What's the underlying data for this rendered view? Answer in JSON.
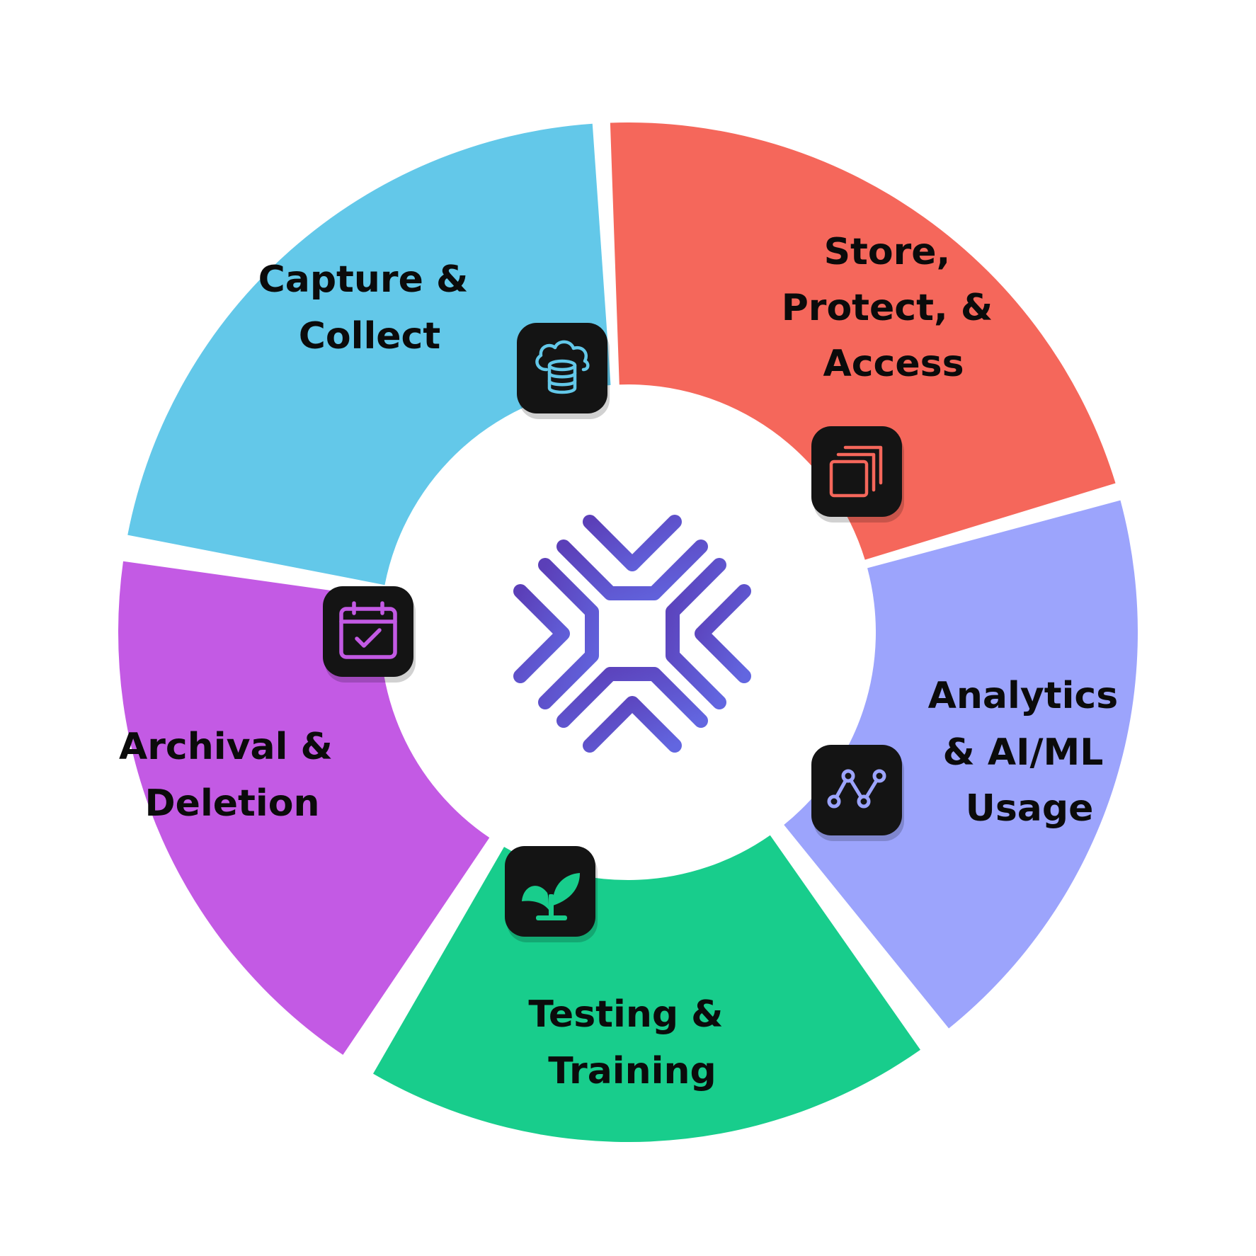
{
  "segments": [
    {
      "id": "capture",
      "lines": [
        "Capture &",
        "Collect"
      ],
      "color": "#63C8E9",
      "icon": "cloud-database-icon",
      "icon_color": "#63C8E9"
    },
    {
      "id": "store",
      "lines": [
        "Store,",
        "Protect, &",
        "Access"
      ],
      "color": "#F5675B",
      "icon": "stacked-windows-icon",
      "icon_color": "#F5675B"
    },
    {
      "id": "analytics",
      "lines": [
        "Analytics",
        "& AI/ML",
        "Usage"
      ],
      "color": "#9CA4FC",
      "icon": "line-chart-icon",
      "icon_color": "#9CA4FC"
    },
    {
      "id": "testing",
      "lines": [
        "Testing &",
        "Training"
      ],
      "color": "#18CD8C",
      "icon": "sprout-icon",
      "icon_color": "#18CD8C"
    },
    {
      "id": "archival",
      "lines": [
        "Archival &",
        "Deletion"
      ],
      "color": "#C35AE4",
      "icon": "calendar-check-icon",
      "icon_color": "#C35AE4"
    }
  ],
  "center": {
    "icon": "brand-logo-icon",
    "color_top": "#5B3FB8",
    "color_bottom": "#6266E0"
  }
}
